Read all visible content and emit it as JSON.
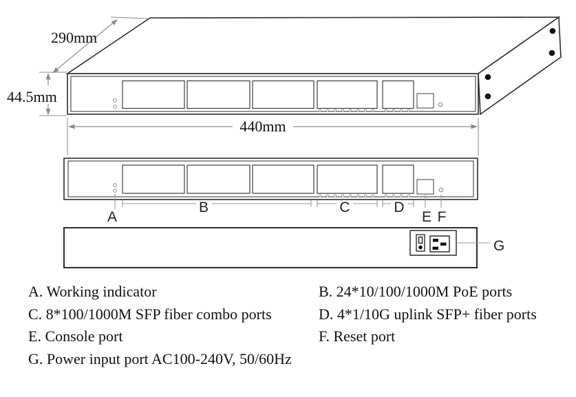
{
  "dimensions": {
    "depth": "290mm",
    "height": "44.5mm",
    "width": "440mm"
  },
  "callouts": {
    "a": "A",
    "b": "B",
    "c": "C",
    "d": "D",
    "e": "E",
    "f": "F",
    "g": "G"
  },
  "legend": {
    "a": "A. Working indicator",
    "b": "B. 24*10/100/1000M PoE ports",
    "c": "C. 8*100/1000M SFP fiber combo ports",
    "d": "D. 4*1/10G uplink SFP+ fiber ports",
    "e": "E. Console port",
    "f": "F. Reset port",
    "g": "G. Power input port AC100-240V, 50/60Hz"
  },
  "colors": {
    "line": "#2b2b2b",
    "dimension_gray": "#8a8a8a",
    "text": "#111111"
  }
}
